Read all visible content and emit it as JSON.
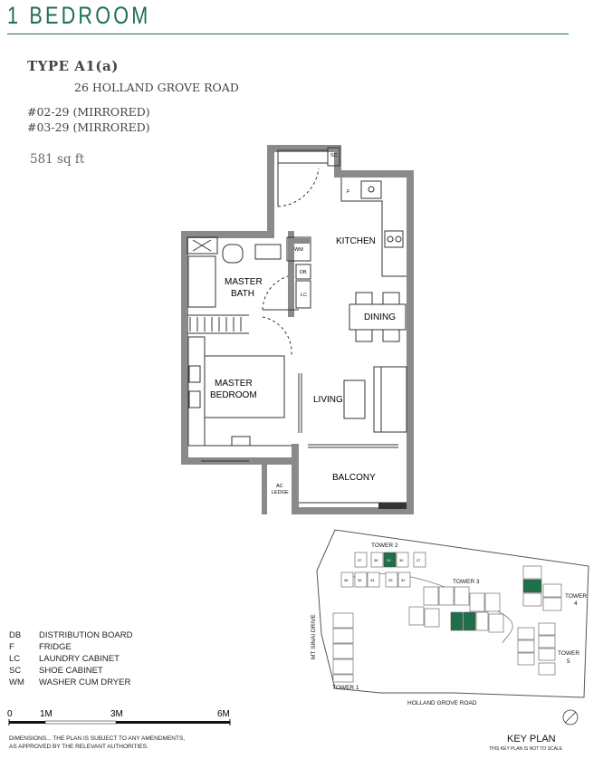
{
  "header": {
    "title": "1 BEDROOM",
    "type": "TYPE A1(a)",
    "address": "26 HOLLAND GROVE ROAD",
    "units": [
      "#02-29 (MIRRORED)",
      "#03-29 (MIRRORED)"
    ],
    "area": "581 sq ft"
  },
  "floorplan": {
    "rooms": {
      "kitchen": "KITCHEN",
      "dining": "DINING",
      "living": "LIVING",
      "master_bath": [
        "MASTER",
        "BATH"
      ],
      "master_bedroom": [
        "MASTER",
        "BEDROOM"
      ],
      "balcony": "BALCONY",
      "ac_ledge": [
        "AC",
        "LEDGE"
      ]
    },
    "fixtures": {
      "sc": "SC",
      "f": "F",
      "wm": "WM",
      "db": "DB",
      "lc": "LC"
    },
    "colors": {
      "wall": "#8a8a8a",
      "accent": "#1e6f4a"
    }
  },
  "legend": [
    {
      "abbr": "DB",
      "text": "DISTRIBUTION BOARD"
    },
    {
      "abbr": "F",
      "text": "FRIDGE"
    },
    {
      "abbr": "LC",
      "text": "LAUNDRY CABINET"
    },
    {
      "abbr": "SC",
      "text": "SHOE CABINET"
    },
    {
      "abbr": "WM",
      "text": "WASHER CUM DRYER"
    }
  ],
  "scale": {
    "ticks": [
      "0",
      "1M",
      "3M",
      "6M"
    ]
  },
  "disclaimer": [
    "DIMENSIONS... THE PLAN IS SUBJECT TO ANY AMENDMENTS,",
    "AS APPROVED BY THE RELEVANT AUTHORITIES."
  ],
  "keyplan": {
    "label": "KEY PLAN",
    "note": "THIS KEY PLAN IS NOT TO SCALE",
    "towers": [
      "TOWER 2",
      "TOWER 3",
      "TOWER 4",
      "TOWER 5",
      "TOWER 1"
    ],
    "tower4": [
      "TOWER",
      "4"
    ],
    "tower5": [
      "TOWER",
      "5"
    ],
    "roads": {
      "left": "MT SINAI DRIVE",
      "bottom": "HOLLAND GROVE ROAD"
    },
    "units_top": [
      "37",
      "38",
      "29",
      "30",
      "27"
    ],
    "units_bottom": [
      "36",
      "35",
      "34",
      "33",
      "32"
    ]
  }
}
